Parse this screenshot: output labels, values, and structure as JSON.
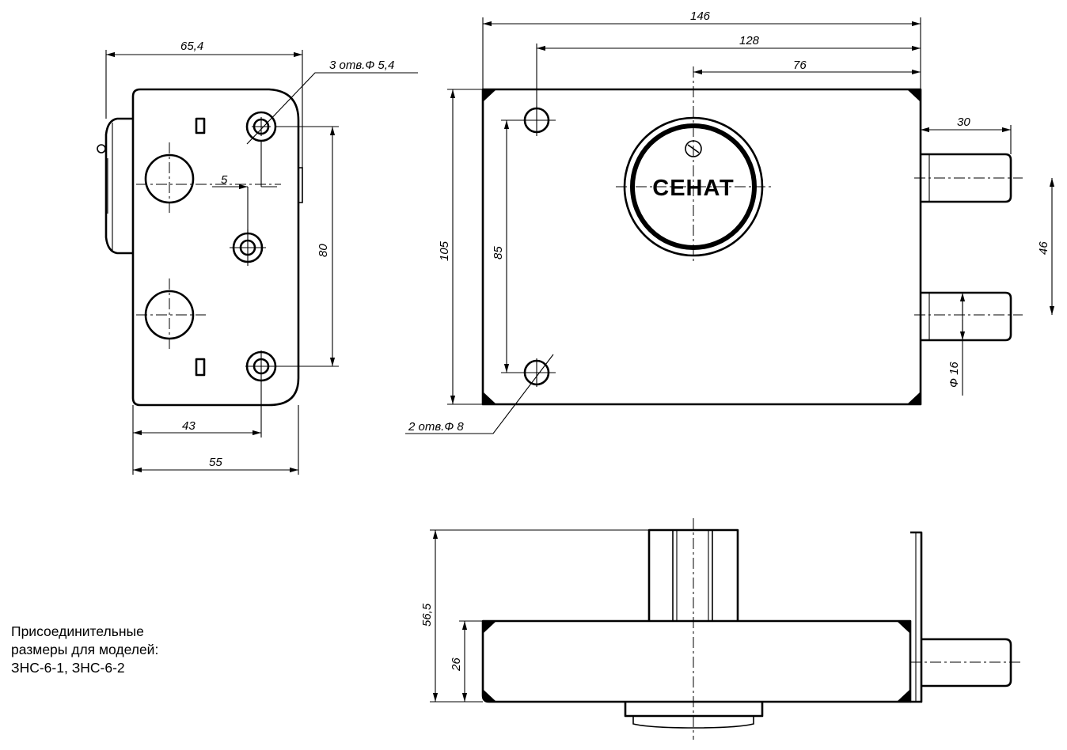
{
  "caption": {
    "line1": "Присоединительные",
    "line2": "размеры для моделей:",
    "line3": "ЗНС-6-1, ЗНС-6-2"
  },
  "left_view": {
    "dim_width_total": "65,4",
    "dim_holes": "3 отв.Ф 5,4",
    "dim_offset": "5",
    "dim_hole_spacing": "80",
    "dim_hole_x": "43",
    "dim_body_width": "55"
  },
  "front_view": {
    "dim_total": "146",
    "dim_128": "128",
    "dim_76": "76",
    "dim_height": "105",
    "dim_hole_spacing": "85",
    "dim_bolt_ext": "30",
    "dim_bolt_spacing": "46",
    "dim_bolt_dia": "Ф 16",
    "dim_holes": "2 отв.Ф 8",
    "brand": "СЕНАТ"
  },
  "bottom_view": {
    "dim_total_depth": "56,5",
    "dim_body_depth": "26"
  }
}
